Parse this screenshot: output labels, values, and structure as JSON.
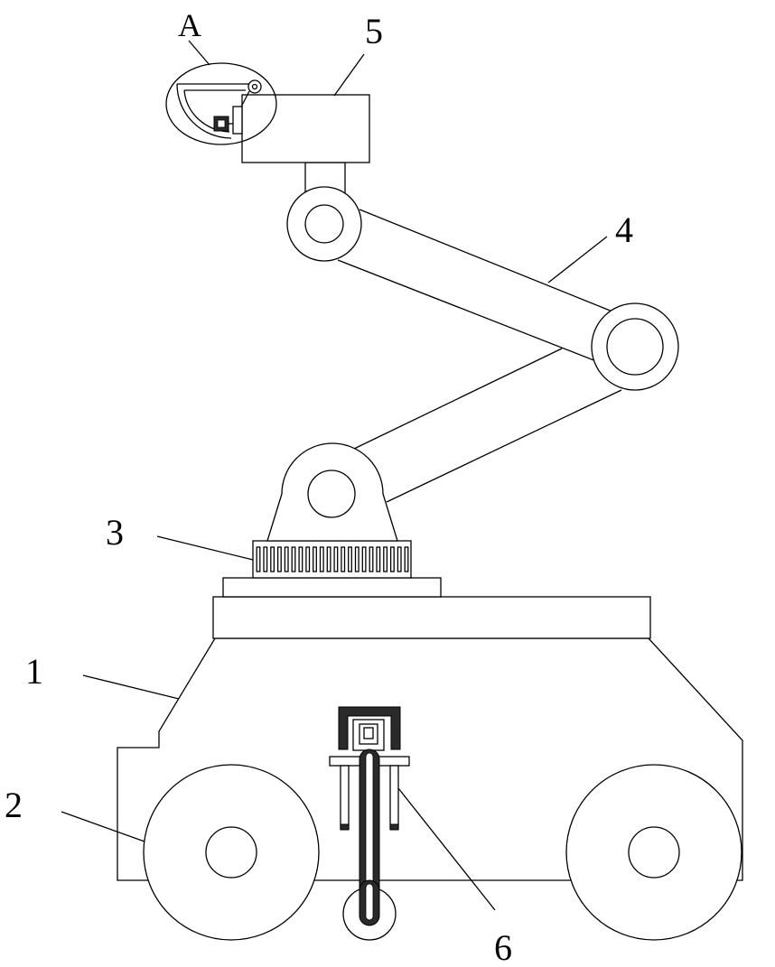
{
  "labels": {
    "a": "A",
    "n1": "1",
    "n2": "2",
    "n3": "3",
    "n4": "4",
    "n5": "5",
    "n6": "6"
  },
  "colors": {
    "line": "#000000",
    "background": "#ffffff",
    "dark_fill": "#2a2a2a"
  }
}
